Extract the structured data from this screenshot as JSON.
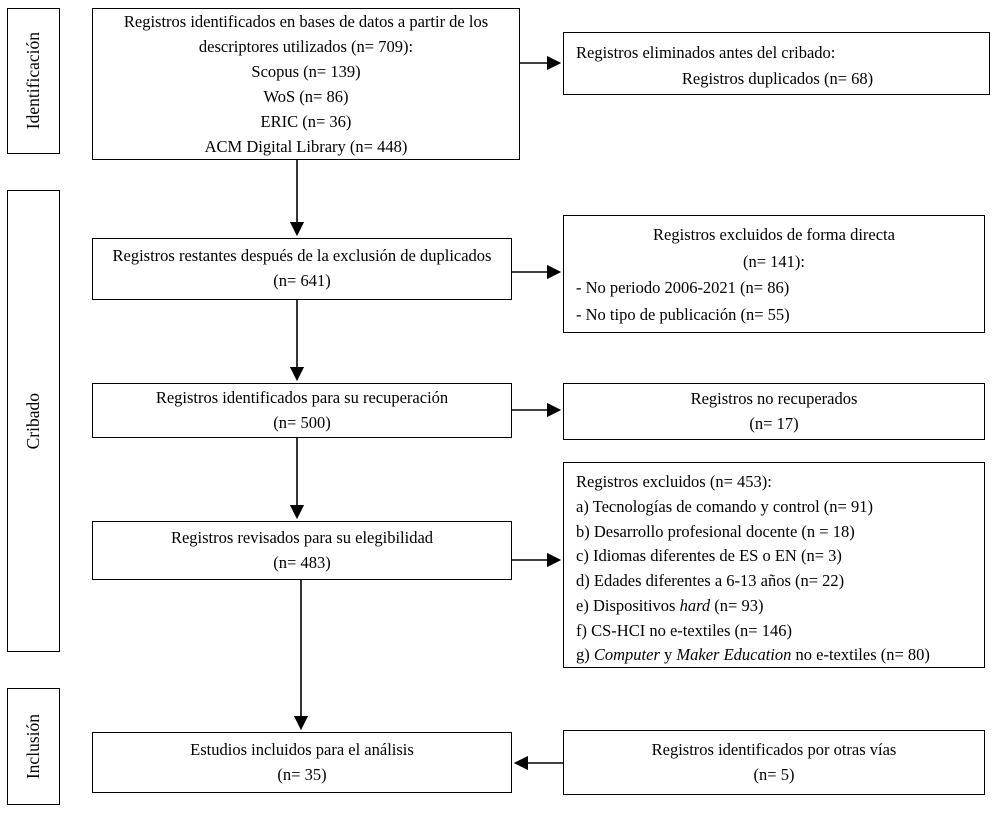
{
  "stage_labels": {
    "identification": "Identificación",
    "screening": "Cribado",
    "inclusion": "Inclusión"
  },
  "boxes": {
    "identified": {
      "lines": [
        "Registros identificados en bases de datos a partir de los descriptores utilizados (n= 709):",
        "Scopus (n= 139)",
        "WoS (n= 86)",
        "ERIC (n= 36)",
        "ACM Digital Library (n= 448)"
      ]
    },
    "removed_before_screening": {
      "title": "Registros eliminados antes del cribado:",
      "detail": "Registros duplicados (n= 68)"
    },
    "after_duplicates": {
      "lines": [
        "Registros restantes después de la exclusión de duplicados (n= 641)"
      ]
    },
    "excluded_direct": {
      "header_line1": "Registros excluidos de forma directa",
      "header_line2": "(n= 141):",
      "items": [
        "- No periodo 2006-2021 (n= 86)",
        "- No tipo de publicación (n= 55)"
      ]
    },
    "for_retrieval": {
      "lines": [
        "Registros identificados para su recuperación",
        "(n= 500)"
      ]
    },
    "not_retrieved": {
      "lines": [
        "Registros no recuperados",
        "(n= 17)"
      ]
    },
    "assessed_eligibility": {
      "lines": [
        "Registros revisados para su elegibilidad",
        "(n= 483)"
      ]
    },
    "excluded_reasons": {
      "lines": [
        "Registros excluidos (n= 453):",
        "a) Tecnologías de comando y control (n= 91)",
        "b) Desarrollo profesional docente (n = 18)",
        "c) Idiomas diferentes de ES o EN (n= 3)",
        "d) Edades diferentes a 6-13 años (n= 22)",
        "e) Dispositivos *hard* (n= 93)",
        "f) CS-HCI no e-textiles (n= 146)",
        "g) *Computer* y *Maker Education* no e-textiles (n= 80)"
      ]
    },
    "included": {
      "lines": [
        "Estudios incluidos para el análisis",
        "(n= 35)"
      ]
    },
    "other_sources": {
      "lines": [
        "Registros identificados por otras vías",
        "(n= 5)"
      ]
    }
  },
  "colors": {
    "border": "#000000",
    "background": "#ffffff",
    "text": "#000000"
  }
}
